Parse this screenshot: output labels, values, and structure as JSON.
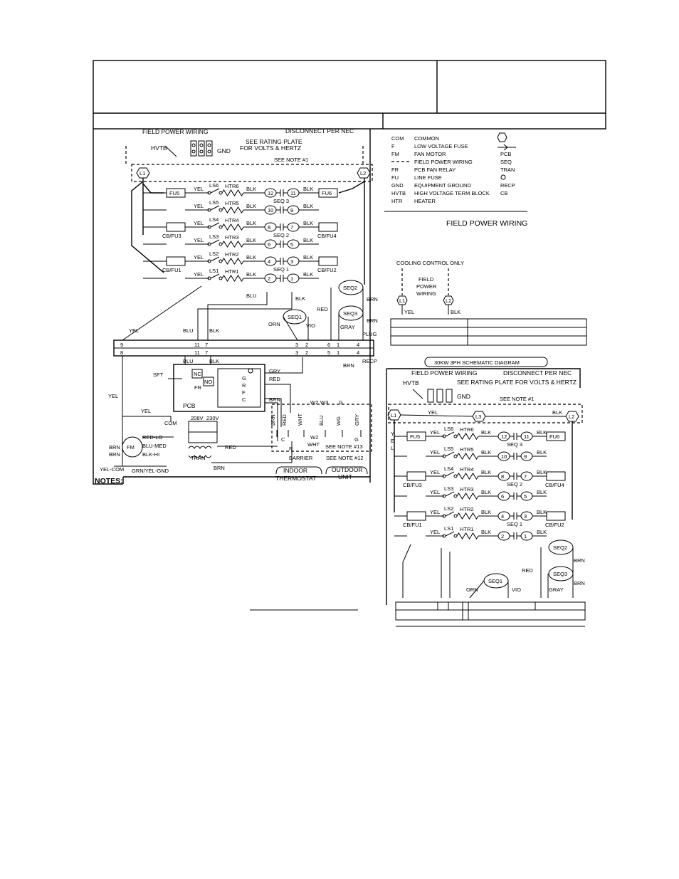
{
  "left": {
    "field_power_wiring": "FIELD POWER WIRING",
    "disconnect": "DISCONNECT PER NEC",
    "rating_plate_1": "SEE RATING PLATE",
    "rating_plate_2": "FOR VOLTS & HERTZ",
    "hvtb": "HVTB",
    "gnd": "GND",
    "see_note_1": "SEE NOTE #1",
    "l1": "L1",
    "l2": "L2",
    "notes": "NOTES:",
    "rows": [
      {
        "fuse_l": "FU5",
        "ls": "LS6",
        "htr": "HTR6",
        "seq_l": "12",
        "seq_r": "11",
        "seq_label": "SEQ 3",
        "fuse_r": "FU6"
      },
      {
        "fuse_l": "",
        "ls": "LS5",
        "htr": "HTR5",
        "seq_l": "10",
        "seq_r": "9",
        "seq_label": "",
        "fuse_r": ""
      },
      {
        "fuse_l": "CB/FU3",
        "ls": "LS4",
        "htr": "HTR4",
        "seq_l": "8",
        "seq_r": "7",
        "seq_label": "SEQ 2",
        "fuse_r": "CB/FU4"
      },
      {
        "fuse_l": "",
        "ls": "LS3",
        "htr": "HTR3",
        "seq_l": "6",
        "seq_r": "5",
        "seq_label": "",
        "fuse_r": ""
      },
      {
        "fuse_l": "CB/FU1",
        "ls": "LS2",
        "htr": "HTR2",
        "seq_l": "4",
        "seq_r": "3",
        "seq_label": "SEQ 1",
        "fuse_r": "CB/FU2"
      },
      {
        "fuse_l": "",
        "ls": "LS1",
        "htr": "HTR1",
        "seq_l": "2",
        "seq_r": "1",
        "seq_label": "",
        "fuse_r": ""
      }
    ],
    "seq_motors": [
      "SEQ2",
      "SEQ3",
      "SEQ1"
    ],
    "wires": {
      "yel": "YEL",
      "blk": "BLK",
      "blu": "BLU",
      "red": "RED",
      "brn": "BRN",
      "orn": "ORN",
      "vio": "VIO",
      "gray": "GRAY",
      "wht": "WHT",
      "gry": "GRY"
    },
    "plug": "PLUG",
    "recp": "RECP",
    "plug_top": [
      "9",
      "11",
      "7",
      "3",
      "2",
      "6",
      "1",
      "4"
    ],
    "plug_bot": [
      "8",
      "11",
      "7",
      "3",
      "2",
      "5",
      "1",
      "4"
    ],
    "sft": "SFT",
    "nc": "NC",
    "no": "NO",
    "fr": "FR",
    "pcb": "PCB",
    "com": "COM",
    "v208": "208V",
    "v230": "230V",
    "tran": "TRAN",
    "fm": "FM",
    "red_lo": "RED-LO",
    "blu_med": "BLU-MED",
    "blk_hi": "BLK-HI",
    "yel_com": "YEL-COM",
    "grn_yel_gnd": "GRN/YEL-GND",
    "term_letters": [
      "G",
      "R",
      "F",
      "C"
    ],
    "w2": "W2",
    "w3": "W3",
    "w2_wht": "W2",
    "t_c": "C",
    "t_r": "R",
    "t_g": "G",
    "see_note_13": "SEE NOTE #13",
    "see_note_12": "SEE NOTE #12",
    "barrier": "BARRIER",
    "indoor_1": "INDOOR",
    "indoor_2": "THERMOSTAT",
    "outdoor_1": "OUTDOOR",
    "outdoor_2": "UNIT",
    "wg": "WG"
  },
  "legend": {
    "items": [
      {
        "abbr": "COM",
        "desc": "COMMON"
      },
      {
        "abbr": "F",
        "desc": "LOW VOLTAGE FUSE"
      },
      {
        "abbr": "FM",
        "desc": "FAN MOTOR"
      },
      {
        "abbr": "",
        "desc": "FIELD POWER WIRING"
      },
      {
        "abbr": "FR",
        "desc": "PCB FAN RELAY"
      },
      {
        "abbr": "FU",
        "desc": "LINE FUSE"
      },
      {
        "abbr": "GND",
        "desc": "EQUIPMENT GROUND"
      },
      {
        "abbr": "HVTB",
        "desc": "HIGH VOLTAGE TERM BLOCK"
      },
      {
        "abbr": "HTR",
        "desc": "HEATER"
      }
    ],
    "symbols": [
      "PCB",
      "SEQ",
      "TRAN",
      "",
      "RECP",
      "CB"
    ]
  },
  "cooling": {
    "title": "FIELD POWER WIRING",
    "cooling_only": "COOLING CONTROL ONLY",
    "fpw_1": "FIELD",
    "fpw_2": "POWER",
    "fpw_3": "WIRING",
    "l1": "L1",
    "l2": "L2",
    "yel": "YEL",
    "blk": "BLK"
  },
  "right": {
    "title": "30KW 3PH SCHEMATIC DIAGRAM",
    "field_power_wiring": "FIELD POWER WIRING",
    "disconnect": "DISCONNECT PER NEC",
    "hvtb": "HVTB",
    "rating_plate": "SEE RATING PLATE FOR VOLTS & HERTZ",
    "gnd": "GND",
    "see_note_1": "SEE NOTE #1",
    "l1": "L1",
    "l3": "L3",
    "l2": "L2",
    "side_letters": [
      "Y",
      "E",
      "L"
    ],
    "rows": [
      {
        "fuse_l": "FU5",
        "ls": "LS6",
        "htr": "HTR6",
        "seq_l": "12",
        "seq_r": "11",
        "seq_label": "SEQ 3",
        "fuse_r": "FU6"
      },
      {
        "fuse_l": "",
        "ls": "LS5",
        "htr": "HTR5",
        "seq_l": "10",
        "seq_r": "9",
        "seq_label": "",
        "fuse_r": ""
      },
      {
        "fuse_l": "CB/FU3",
        "ls": "LS4",
        "htr": "HTR4",
        "seq_l": "8",
        "seq_r": "7",
        "seq_label": "SEQ 2",
        "fuse_r": "CB/FU4"
      },
      {
        "fuse_l": "",
        "ls": "LS3",
        "htr": "HTR3",
        "seq_l": "6",
        "seq_r": "5",
        "seq_label": "",
        "fuse_r": ""
      },
      {
        "fuse_l": "CB/FU1",
        "ls": "LS2",
        "htr": "HTR2",
        "seq_l": "4",
        "seq_r": "3",
        "seq_label": "SEQ 1",
        "fuse_r": "CB/FU2"
      },
      {
        "fuse_l": "",
        "ls": "LS1",
        "htr": "HTR1",
        "seq_l": "2",
        "seq_r": "1",
        "seq_label": "",
        "fuse_r": ""
      }
    ],
    "seq_motors": [
      "SEQ2",
      "SEQ3",
      "SEQ1"
    ],
    "wires": {
      "yel": "YEL",
      "blk": "BLK",
      "red": "RED",
      "brn": "BRN",
      "orn": "ORN",
      "vio": "VIO",
      "gray": "GRAY"
    }
  }
}
